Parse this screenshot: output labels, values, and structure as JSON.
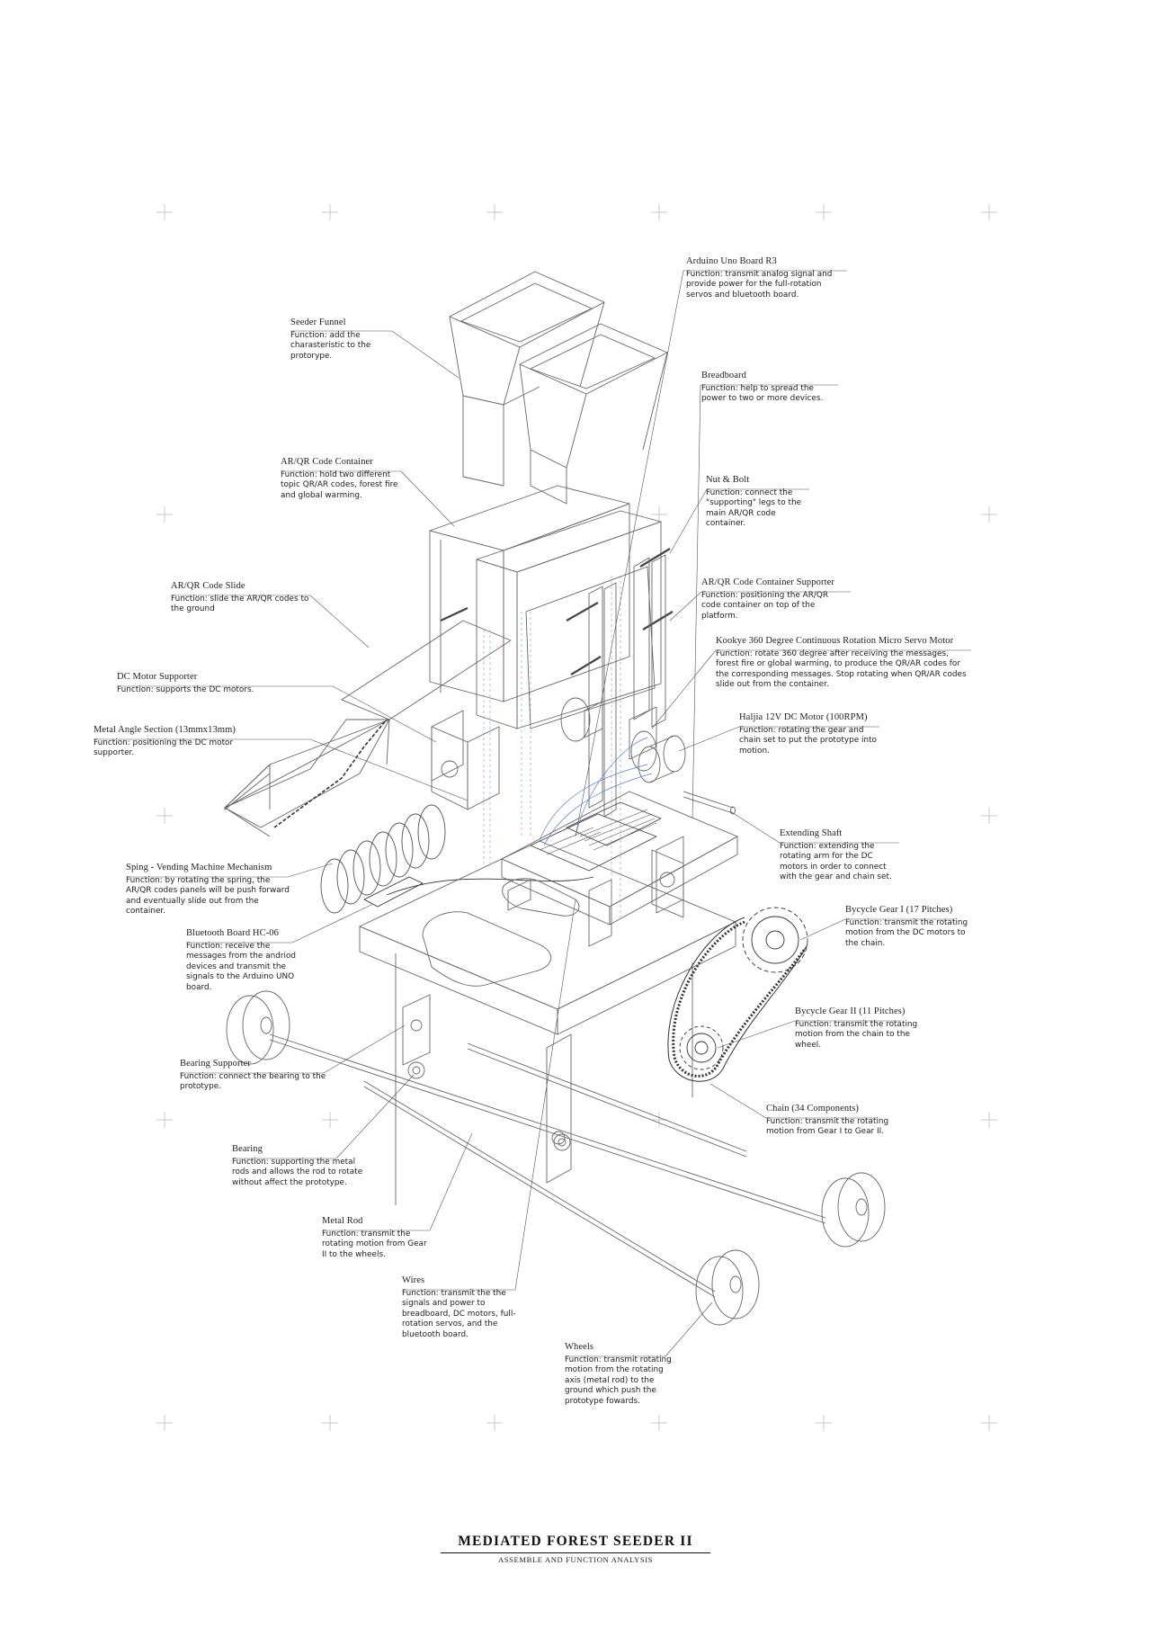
{
  "document": {
    "title": "MEDIATED FOREST SEEDER II",
    "subtitle": "ASSEMBLE AND FUNCTION ANALYSIS"
  },
  "components": [
    {
      "id": "arduino",
      "name": "Arduino Uno Board R3",
      "desc": "Function: transmit analog signal and provide power for the full-rotation servos and bluetooth board."
    },
    {
      "id": "seeder-funnel",
      "name": "Seeder Funnel",
      "desc": "Function: add the charasteristic to the protorype."
    },
    {
      "id": "breadboard",
      "name": "Breadboard",
      "desc": "Function: help to spread the power to two or more devices."
    },
    {
      "id": "arqr-container",
      "name": "AR/QR Code Container",
      "desc": "Function: hold two different topic QR/AR codes, forest fire and global warming."
    },
    {
      "id": "nut-bolt",
      "name": "Nut & Bolt",
      "desc": "Function: connect the \"supporting\" legs to the main AR/QR code container."
    },
    {
      "id": "arqr-slide",
      "name": "AR/QR Code Slide",
      "desc": "Function: slide the AR/QR codes to the ground"
    },
    {
      "id": "container-supporter",
      "name": "AR/QR Code Container Supporter",
      "desc": "Function: positioning the AR/QR code container on top of the platform."
    },
    {
      "id": "servo",
      "name": "Kookye 360 Degree Continuous Rotation Micro Servo Motor",
      "desc": "Function: rotate 360 degree after receiving the messages, forest fire or global warming, to produce the QR/AR codes for the corresponding messages. Stop rotating when QR/AR codes slide out from the container."
    },
    {
      "id": "dc-supporter",
      "name": "DC Motor Supporter",
      "desc": "Function: supports the DC motors."
    },
    {
      "id": "dc-motor",
      "name": "Haljia 12V DC Motor (100RPM)",
      "desc": "Function: rotating the gear and chain set to put the prototype into motion."
    },
    {
      "id": "metal-angle",
      "name": "Metal Angle Section (13mmx13mm)",
      "desc": "Function: positioning the DC motor supporter."
    },
    {
      "id": "extending-shaft",
      "name": "Extending Shaft",
      "desc": "Function: extending the rotating arm for the DC motors in order to connect with the gear and chain set."
    },
    {
      "id": "spring",
      "name": "Sping - Vending Machine Mechanism",
      "desc": "Function: by rotating the spring, the AR/QR codes panels will be push forward and eventually slide out from the container."
    },
    {
      "id": "gear1",
      "name": "Bycycle Gear I (17 Pitches)",
      "desc": "Function: transmit the rotating motion from the DC motors to the chain."
    },
    {
      "id": "bluetooth",
      "name": "Bluetooth Board HC-06",
      "desc": "Function: receive the messages from the andriod devices and transmit the signals to the Arduino UNO board."
    },
    {
      "id": "gear2",
      "name": "Bycycle Gear II (11 Pitches)",
      "desc": "Function: transmit the rotating motion from the chain to the wheel."
    },
    {
      "id": "bearing-supporter",
      "name": "Bearing Supporter",
      "desc": "Function: connect the bearing to the prototype."
    },
    {
      "id": "chain",
      "name": "Chain (34 Components)",
      "desc": "Function: transmit the rotating motion from Gear I to Gear II."
    },
    {
      "id": "bearing",
      "name": "Bearing",
      "desc": "Function: supporting the metal rods and allows the rod to rotate without affect the prototype."
    },
    {
      "id": "metal-rod",
      "name": "Metal Rod",
      "desc": "Function: transmit the rotating motion from Gear II to the wheels."
    },
    {
      "id": "wires",
      "name": "Wires",
      "desc": "Function: transmit the the signals and power to breadboard, DC motors, full-rotation servos, and the bluetooth board."
    },
    {
      "id": "wheels",
      "name": "Wheels",
      "desc": "Function: transmit rotating motion from the rotating axis (metal rod) to the ground which push the prototype fowards."
    }
  ]
}
